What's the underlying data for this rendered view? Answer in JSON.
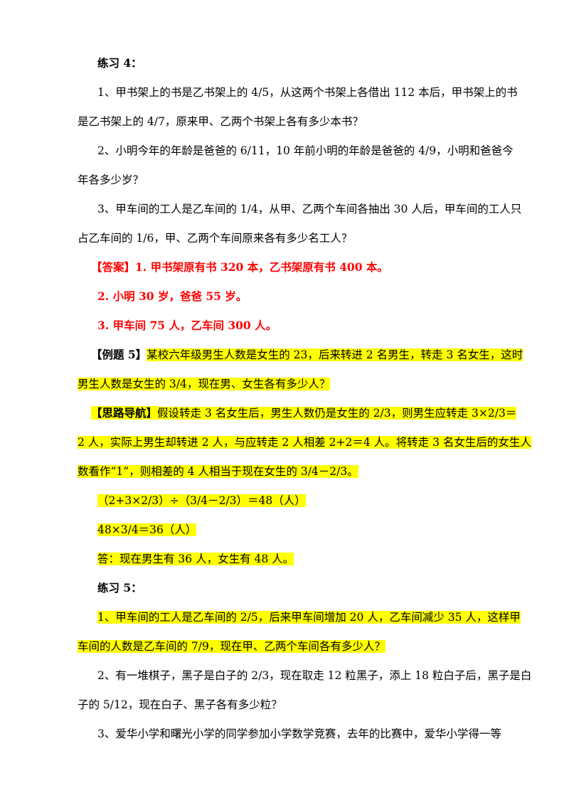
{
  "practice4": {
    "title": "练习 4：",
    "q1_l1": "1、甲书架上的书是乙书架上的 4/5，从这两个书架上各借出 112 本后，甲书架上的书",
    "q1_l2": "是乙书架上的 4/7，原来甲、乙两个书架上各有多少本书？",
    "q2_l1": "2、小明今年的年龄是爸爸的 6/11，10 年前小明的年龄是爸爸的 4/9，小明和爸爸今",
    "q2_l2": "年各多少岁？",
    "q3_l1": "3、甲车间的工人是乙车间的 1/4，从甲、乙两个车间各抽出 30 人后，甲车间的工人只",
    "q3_l2": "占乙车间的 1/6，甲、乙两个车间原来各有多少名工人？"
  },
  "answers": {
    "a1": "【答案】1. 甲书架原有书 320 本，乙书架原有书 400 本。",
    "a2": "2. 小明 30 岁，爸爸 55 岁。",
    "a3": "3. 甲车间 75 人，乙车间 300 人。"
  },
  "example5": {
    "tag": "【例题 5】",
    "l1": "某校六年级男生人数是女生的 23，后来转进 2 名男生，转走 3 名女生，这时",
    "l2": "男生人数是女生的 3/4，现在男、女生各有多少人？"
  },
  "guide": {
    "tag": "【思路导航】",
    "l1": "假设转走 3 名女生后，男生人数仍是女生的 2/3，则男生应转走 3×2/3＝",
    "l2": "2 人，实际上男生却转进 2 人，与应转走 2 人相差 2+2＝4 人。将转走 3 名女生后的女生人",
    "l3": "数看作“1”，则相差的 4 人相当于现在女生的 3/4－2/3。",
    "calc1": "（2+3×2/3）÷（3/4－2/3）＝48（人）",
    "calc2": "48×3/4＝36（人）",
    "answer": "答：现在男生有 36 人，女生有 48 人。"
  },
  "practice5": {
    "title": "练习 5：",
    "q1_l1": "1、甲车间的工人是乙车间的 2/5，后来甲车间增加 20 人，乙车间减少 35 人，这样甲",
    "q1_l2": "车间的人数是乙车间的 7/9，现在甲、乙两个车间各有多少人？",
    "q2_l1": "2、有一堆棋子，黑子是白子的 2/3，现在取走 12 粒黑子，添上 18 粒白子后，黑子是白",
    "q2_l2": "子的 5/12，现在白子、黑子各有多少粒？",
    "q3_l1": "3、爱华小学和曙光小学的同学参加小学数学竞赛，去年的比赛中，爱华小学得一等"
  }
}
